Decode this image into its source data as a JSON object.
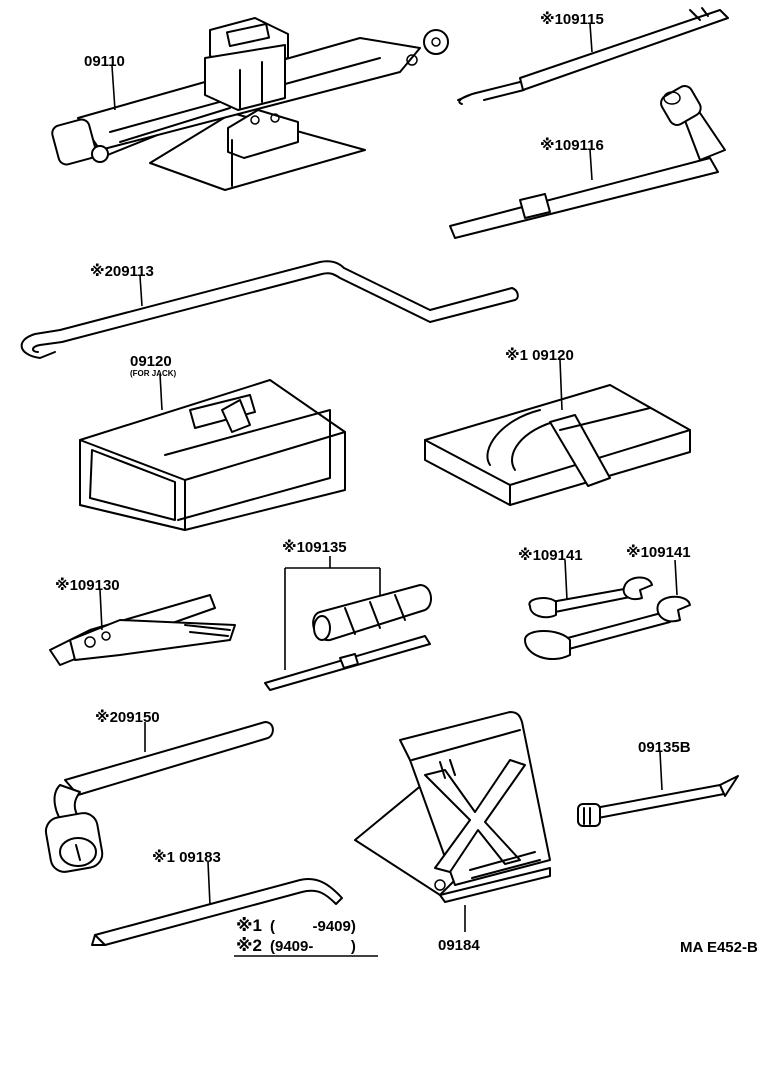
{
  "parts": [
    {
      "id": "jack",
      "number": "09110"
    },
    {
      "id": "jack-handle-hook",
      "number": "※109115"
    },
    {
      "id": "jack-handle-wrench",
      "number": "※109116"
    },
    {
      "id": "jack-handle-bar",
      "number": "※209113"
    },
    {
      "id": "jack-bag",
      "number": "09120",
      "note": "(FOR JACK)"
    },
    {
      "id": "tool-bag",
      "number": "※1 09120"
    },
    {
      "id": "screwdriver",
      "number": "※109135"
    },
    {
      "id": "pliers",
      "number": "※109130"
    },
    {
      "id": "wrench-1",
      "number": "※109141"
    },
    {
      "id": "wrench-2",
      "number": "※109141"
    },
    {
      "id": "wheel-nut-wrench",
      "number": "※209150"
    },
    {
      "id": "extension-bar",
      "number": "09135B"
    },
    {
      "id": "wheel-chock",
      "number": "09184"
    },
    {
      "id": "tire-lever",
      "number": "※1 09183"
    }
  ],
  "legend": [
    {
      "mark": "※1",
      "range": "(         -9409)"
    },
    {
      "mark": "※2",
      "range": "(9409-         )"
    }
  ],
  "diagram_code": "MA E452-B"
}
